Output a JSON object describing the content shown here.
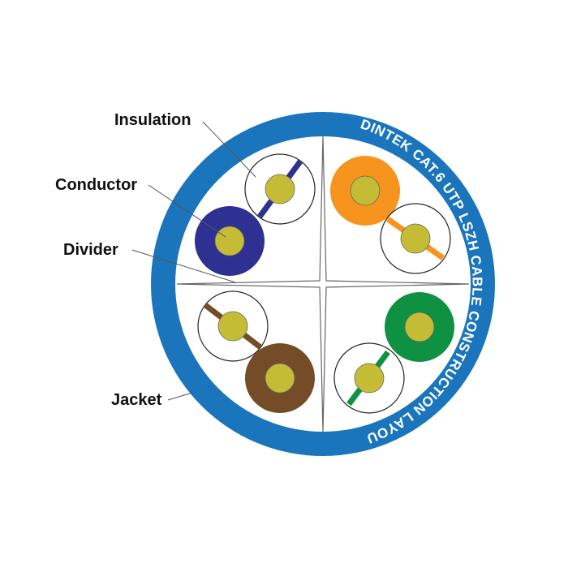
{
  "labels": {
    "insulation": "Insulation",
    "conductor": "Conductor",
    "divider": "Divider",
    "jacket": "Jacket"
  },
  "jacket_text": "DINTEK CAT.6 UTP LSZH CABLE CONSTRUCTION LAYOUT",
  "colors": {
    "jacket": "#1a75bc",
    "conductor": "#c4bc35",
    "pair_blue": "#2e3092",
    "pair_orange": "#f7941d",
    "pair_green": "#0f9142",
    "pair_brown": "#744c28",
    "divider": "#666666"
  }
}
